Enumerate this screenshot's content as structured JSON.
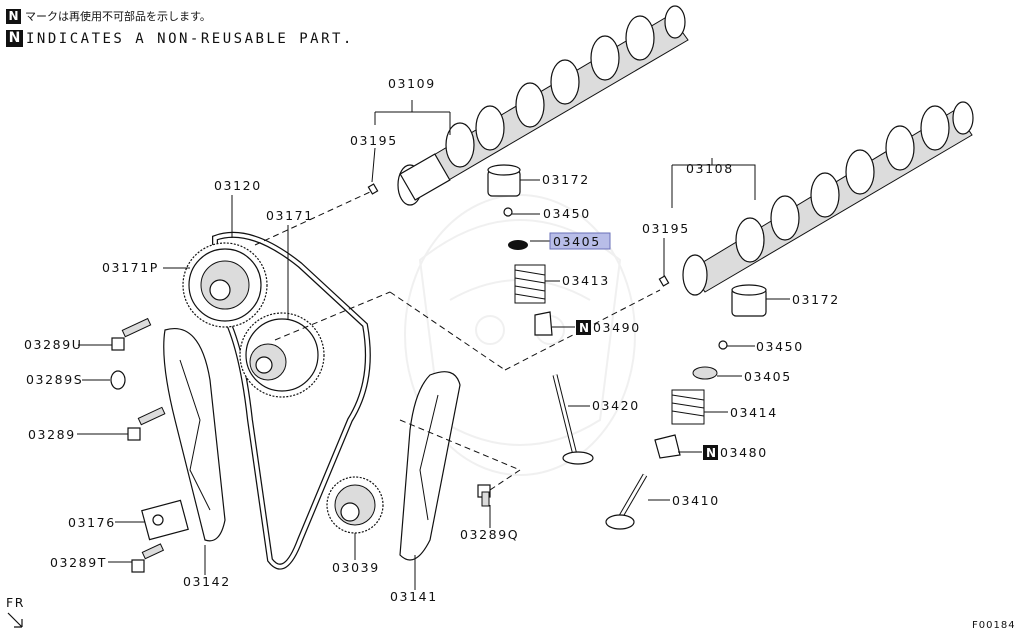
{
  "notices": {
    "badge": "N",
    "japanese": "マークは再使用不可部品を示します。",
    "english": "INDICATES A NON-REUSABLE PART."
  },
  "labels": {
    "p03109": "03109",
    "p03195a": "03195",
    "p03120": "03120",
    "p03171": "03171",
    "p03171P": "03171P",
    "p03289U": "03289U",
    "p03289S": "03289S",
    "p03289": "03289",
    "p03176": "03176",
    "p03289T": "03289T",
    "p03142": "03142",
    "p03039": "03039",
    "p03141": "03141",
    "p03289Q": "03289Q",
    "p03172a": "03172",
    "p03450a": "03450",
    "p03405a": "03405",
    "p03413": "03413",
    "p03490": "03490",
    "p03420": "03420",
    "p03108": "03108",
    "p03195b": "03195",
    "p03172b": "03172",
    "p03450b": "03450",
    "p03405b": "03405",
    "p03414": "03414",
    "p03480": "03480",
    "p03410": "03410"
  },
  "highlight": {
    "part": "03405",
    "color": "#b8bde8"
  },
  "front_marker": "FR",
  "figure_code": "F00184"
}
